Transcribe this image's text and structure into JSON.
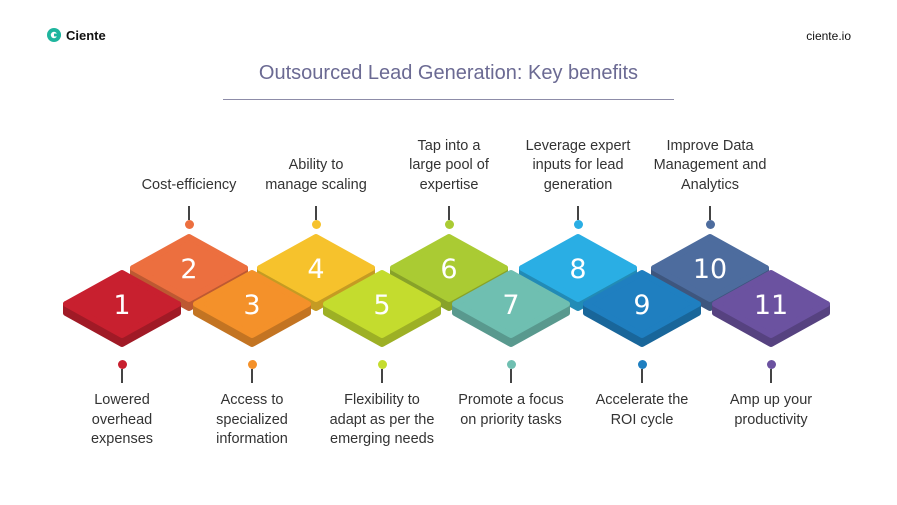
{
  "header": {
    "brand": "Ciente",
    "website": "ciente.io",
    "title": "Outsourced Lead Generation: Key benefits",
    "brand_color": "#1fb59e",
    "title_color": "#6b6a93"
  },
  "steps": [
    {
      "num": "1",
      "label": "Lowered overhead expenses",
      "lines": [
        "Lowered",
        "overhead",
        "expenses"
      ],
      "position": "bottom",
      "color": "#c8202f"
    },
    {
      "num": "2",
      "label": "Cost-efficiency",
      "lines": [
        "Cost-efficiency"
      ],
      "position": "top",
      "color": "#ec6f3f"
    },
    {
      "num": "3",
      "label": "Access to specialized information",
      "lines": [
        "Access to",
        "specialized",
        "information"
      ],
      "position": "bottom",
      "color": "#f4912a"
    },
    {
      "num": "4",
      "label": "Ability to manage scaling",
      "lines": [
        "Ability to",
        "manage scaling"
      ],
      "position": "top",
      "color": "#f6c22c"
    },
    {
      "num": "5",
      "label": "Flexibility to adapt as per the emerging needs",
      "lines": [
        "Flexibility to",
        "adapt as per the",
        "emerging needs"
      ],
      "position": "bottom",
      "color": "#c4dc2e"
    },
    {
      "num": "6",
      "label": "Tap into a large pool of expertise",
      "lines": [
        "Tap into a",
        "large pool of",
        "expertise"
      ],
      "position": "top",
      "color": "#aacb33"
    },
    {
      "num": "7",
      "label": "Promote a focus on priority tasks",
      "lines": [
        "Promote a focus",
        "on priority tasks"
      ],
      "position": "bottom",
      "color": "#6fbfb1"
    },
    {
      "num": "8",
      "label": "Leverage expert inputs for lead generation",
      "lines": [
        "Leverage expert",
        "inputs for lead",
        "generation"
      ],
      "position": "top",
      "color": "#2aaee4"
    },
    {
      "num": "9",
      "label": "Accelerate the ROI cycle",
      "lines": [
        "Accelerate the",
        "ROI cycle"
      ],
      "position": "bottom",
      "color": "#1f7fc0"
    },
    {
      "num": "10",
      "label": "Improve Data Management and Analytics",
      "lines": [
        "Improve Data",
        "Management and",
        "Analytics"
      ],
      "position": "top",
      "color": "#4d6c9e"
    },
    {
      "num": "11",
      "label": "Amp up your productivity",
      "lines": [
        "Amp up your",
        "productivity"
      ],
      "position": "bottom",
      "color": "#6b52a0"
    }
  ]
}
